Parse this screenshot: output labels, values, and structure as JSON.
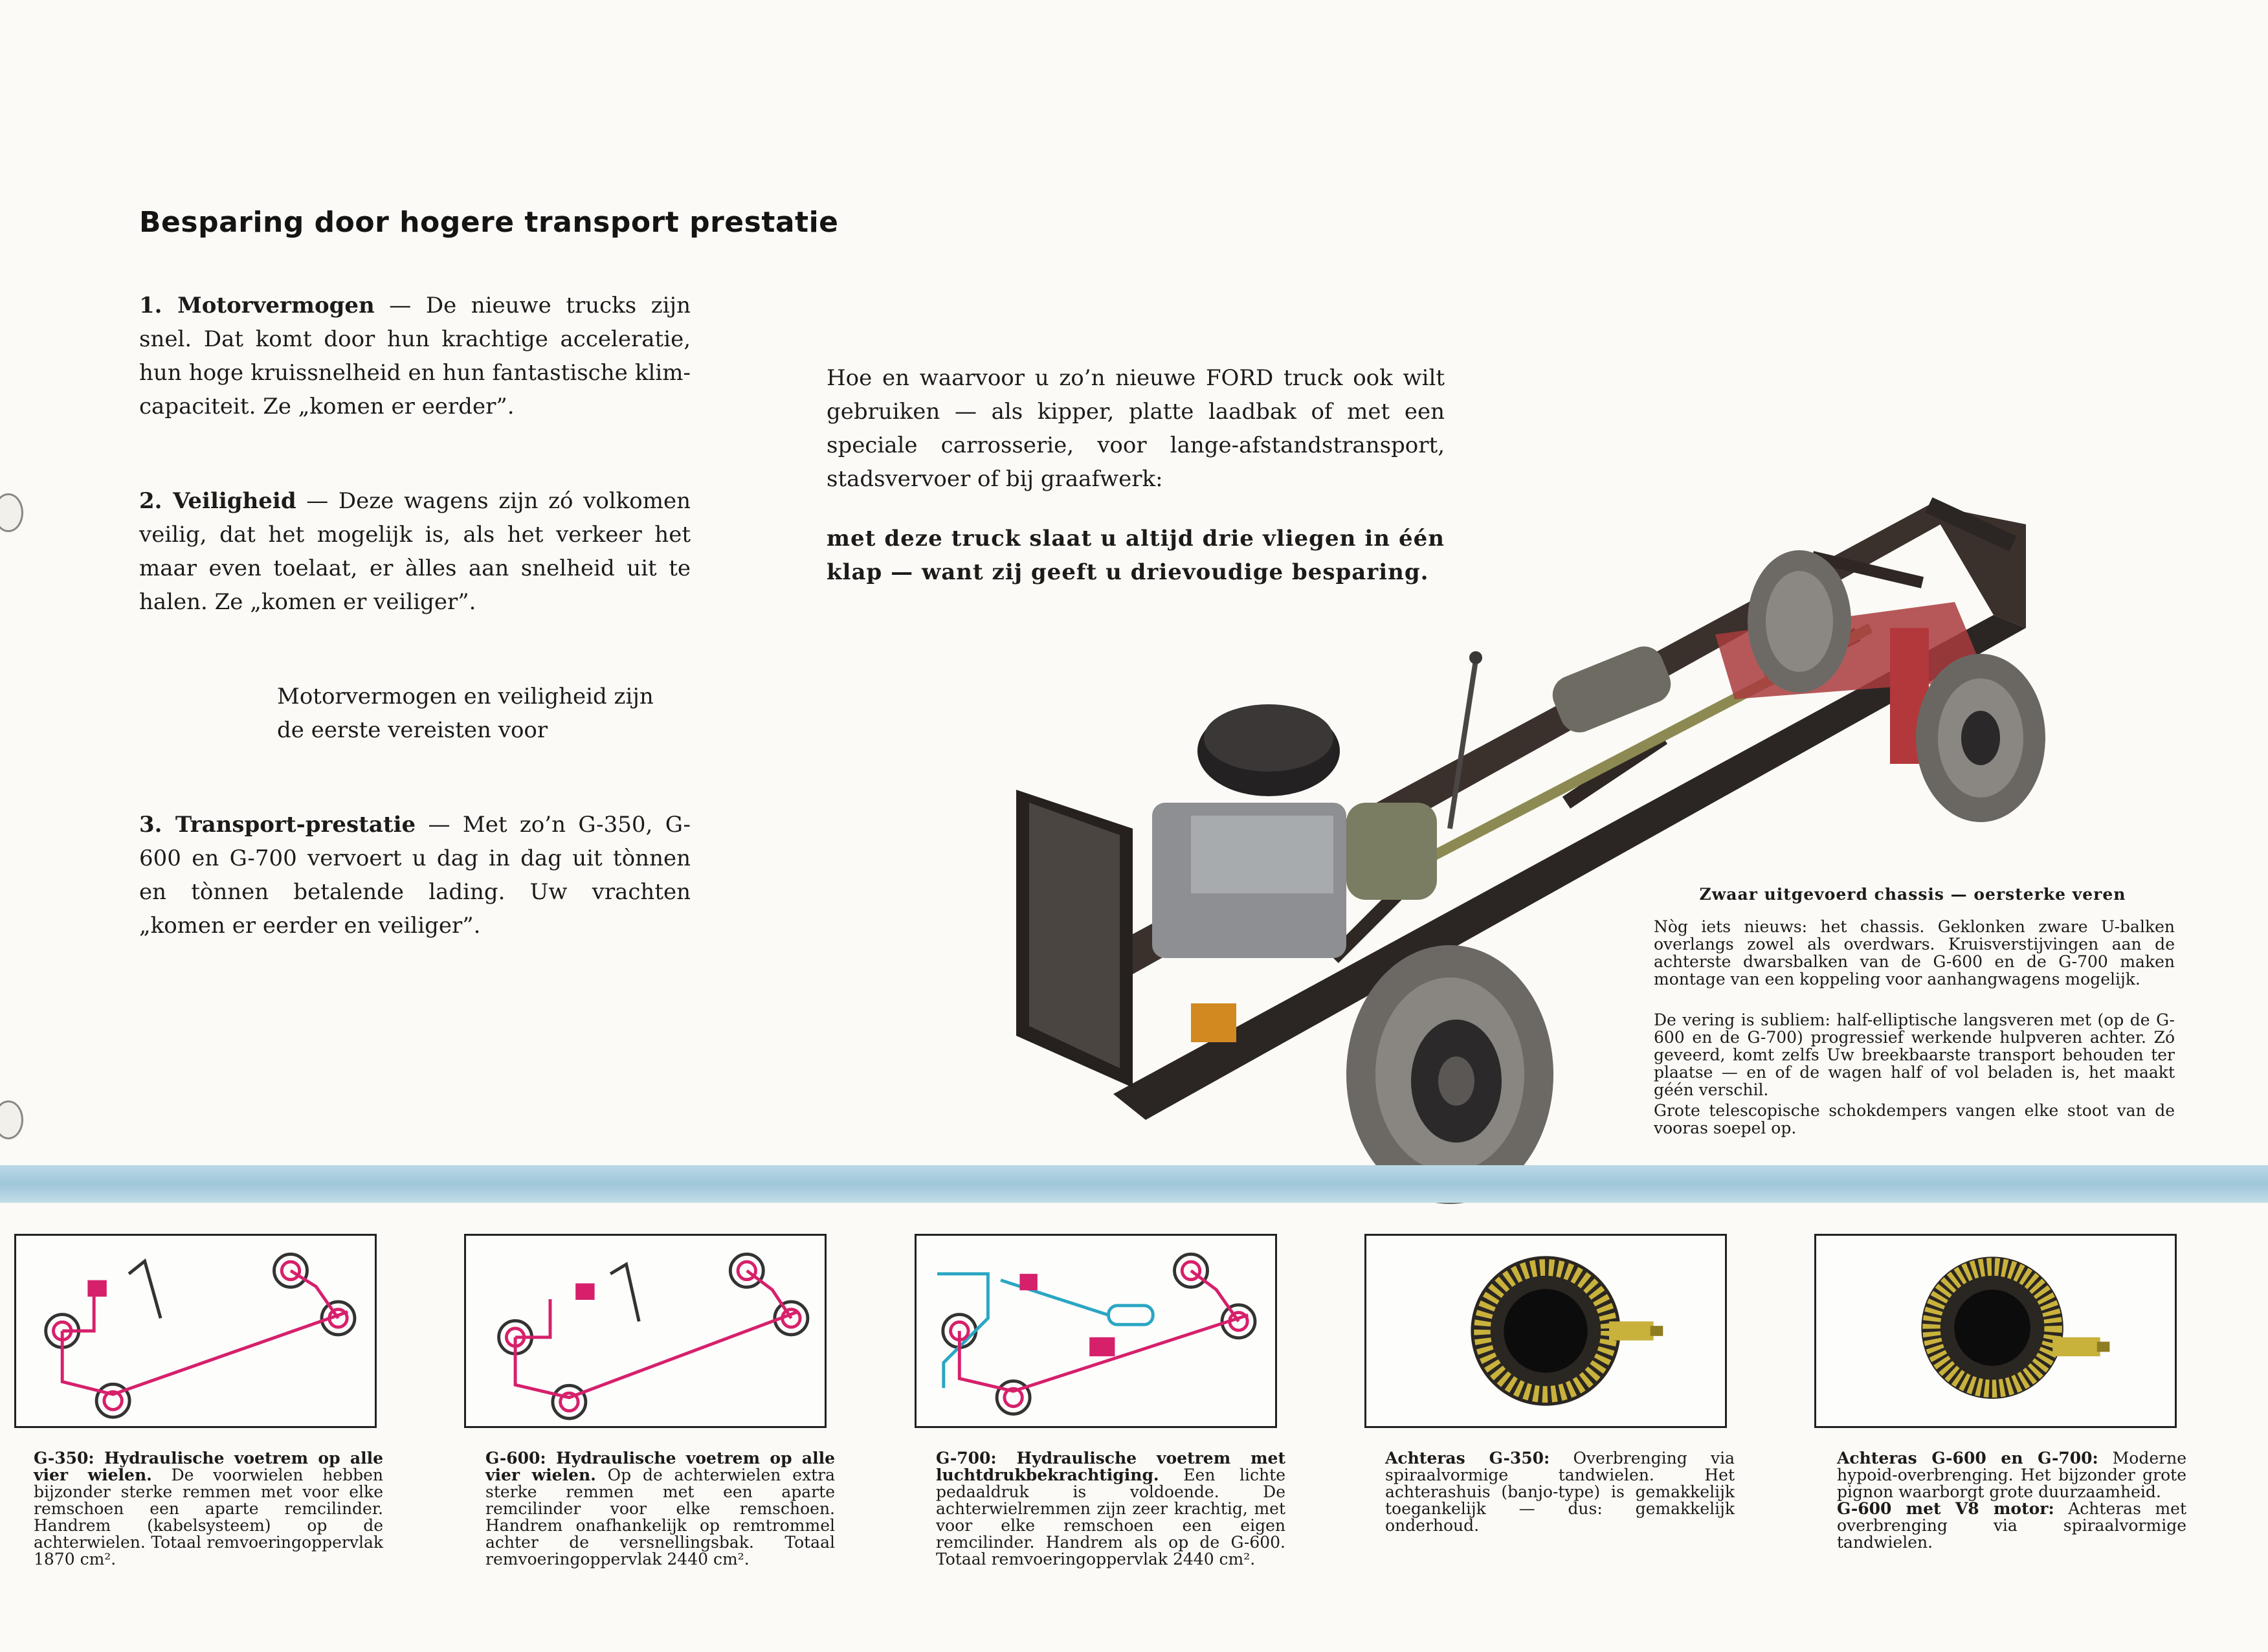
{
  "heading": "Besparing door hogere transport prestatie",
  "left_column": {
    "p1": {
      "label": "1. Motorvermogen",
      "text": " — De nieuwe trucks zijn snel. Dat komt door hun krachtige acceleratie, hun hoge kruissnelheid en hun fantastische klim-capaciteit. Ze „komen er eerder”."
    },
    "p2": {
      "label": "2. Veiligheid",
      "text": " — Deze wagens zijn zó volkomen veilig, dat het mogelijk is, als het verkeer het maar even toelaat, er àlles aan snelheid uit te halen. Ze „komen er veiliger”."
    },
    "p_mid": {
      "line1": "Motorvermogen en veiligheid zijn",
      "line2": "de eerste vereisten voor"
    },
    "p3": {
      "label": "3. Transport-prestatie",
      "text": " — Met zo’n G-350, G-600 en G-700 vervoert u dag in dag uit tònnen en tònnen betalende lading. Uw vrachten „komen er eerder en veiliger”."
    }
  },
  "middle_column": {
    "intro": "Hoe en waarvoor u zo’n nieuwe FORD truck ook wilt gebruiken — als kipper, platte laadbak of met een speciale carrosserie, voor lange-afstandstransport, stadsvervoer of bij graafwerk:",
    "bold": "met deze truck slaat u altijd drie vliegen in één klap — want zij geeft u drievoudige besparing."
  },
  "chassis": {
    "caption_title": "Zwaar uitgevoerd chassis — oersterke veren",
    "p1": "Nòg iets nieuws: het chassis. Geklonken zware U-balken overlangs zowel als overdwars. Kruisverstijvingen aan de achterste dwarsbalken van de G-600 en de G-700 maken montage van een koppeling voor aanhangwagens mogelijk.",
    "p2": "De vering is subliem: half-elliptische langsveren met (op de G-600 en de G-700) progressief werkende hulpveren achter. Zó geveerd, komt zelfs Uw breekbaarste transport behouden ter plaatse — en of de wagen half of vol beladen is, het maakt géén verschil.",
    "p3": "Grote telescopische schokdempers vangen elke stoot van de vooras soepel op."
  },
  "panels": [
    {
      "bold": "G-350: Hydraulische voetrem op alle vier wielen.",
      "text": " De voorwielen hebben bijzonder sterke remmen met voor elke remschoen een aparte remcilinder. Handrem (kabelsysteem) op de achterwielen. Totaal remvoeringoppervlak 1870 cm²."
    },
    {
      "bold": "G-600: Hydraulische voetrem op alle vier wielen.",
      "text": " Op de achterwielen extra sterke remmen met een aparte remcilinder voor elke remschoen. Handrem onafhankelijk op remtrommel achter de versnellingsbak. Totaal remvoeringoppervlak 2440 cm²."
    },
    {
      "bold": "G-700: Hydraulische voetrem met luchtdrukbekrachtiging.",
      "text": " Een lichte pedaaldruk is voldoende. De achterwielremmen zijn zeer krachtig, met voor elke remschoen een eigen remcilinder. Handrem als op de G-600. Totaal remvoeringoppervlak 2440 cm²."
    },
    {
      "bold": "Achteras G-350:",
      "text": " Overbrenging via spiraalvormige tandwielen. Het achterashuis (banjo-type) is gemakkelijk toegankelijk — dus: gemakkelijk onderhoud."
    },
    {
      "bold": "Achteras G-600 en G-700:",
      "text": " Moderne hypoid-overbrenging. Het bijzonder grote pignon waarborgt grote duurzaamheid.",
      "bold2": "G-600 met V8 motor:",
      "text2": " Achteras met overbrenging via spiraalvormige tandwielen."
    }
  ],
  "colors": {
    "brake_line": "#d6206b",
    "air_line": "#2aa6c4",
    "band": "#a9cfe0",
    "gear": "#c9b23c"
  }
}
